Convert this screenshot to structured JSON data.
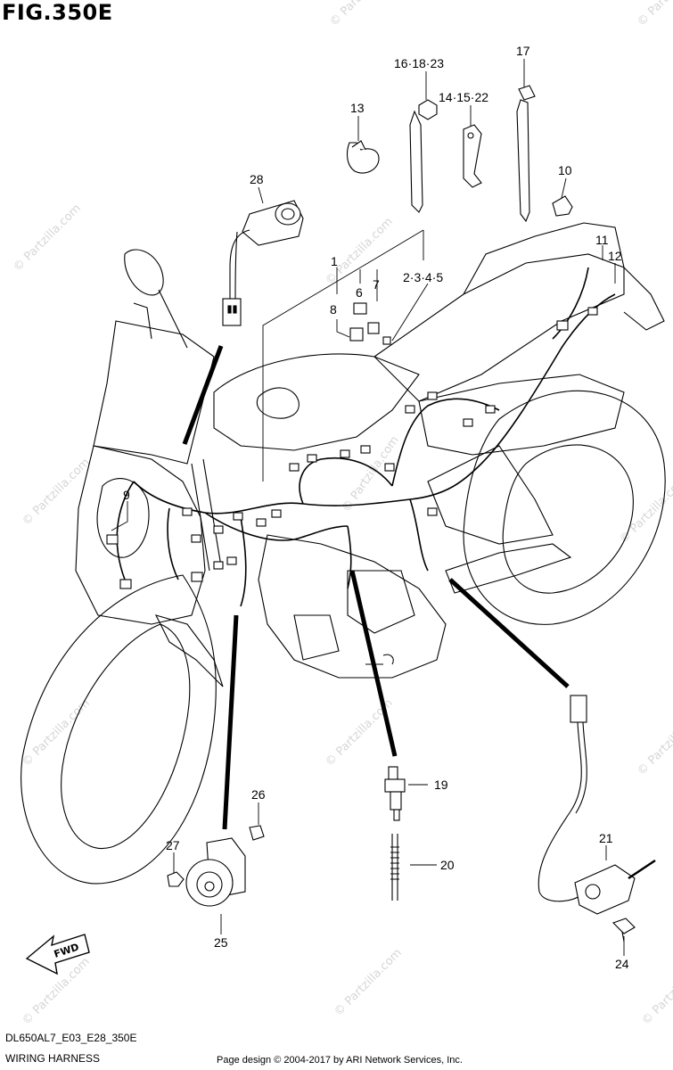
{
  "figure": {
    "title": "FIG.350E",
    "code": "DL650AL7_E03_E28_350E",
    "name": "WIRING HARNESS",
    "credit": "Page design © 2004-2017 by ARI Network Services, Inc."
  },
  "watermark": "© Partzilla.com",
  "fwd_label": "FWD",
  "callouts": [
    {
      "id": "c1",
      "label": "1"
    },
    {
      "id": "c2345",
      "label": "2·3·4·5"
    },
    {
      "id": "c6",
      "label": "6"
    },
    {
      "id": "c7",
      "label": "7"
    },
    {
      "id": "c8",
      "label": "8"
    },
    {
      "id": "c9",
      "label": "9"
    },
    {
      "id": "c10",
      "label": "10"
    },
    {
      "id": "c11",
      "label": "11"
    },
    {
      "id": "c12",
      "label": "12"
    },
    {
      "id": "c13",
      "label": "13"
    },
    {
      "id": "c141522",
      "label": "14·15·22"
    },
    {
      "id": "c161823",
      "label": "16·18·23"
    },
    {
      "id": "c17",
      "label": "17"
    },
    {
      "id": "c19",
      "label": "19"
    },
    {
      "id": "c20",
      "label": "20"
    },
    {
      "id": "c21",
      "label": "21"
    },
    {
      "id": "c24",
      "label": "24"
    },
    {
      "id": "c25",
      "label": "25"
    },
    {
      "id": "c26",
      "label": "26"
    },
    {
      "id": "c27",
      "label": "27"
    },
    {
      "id": "c28",
      "label": "28"
    }
  ]
}
